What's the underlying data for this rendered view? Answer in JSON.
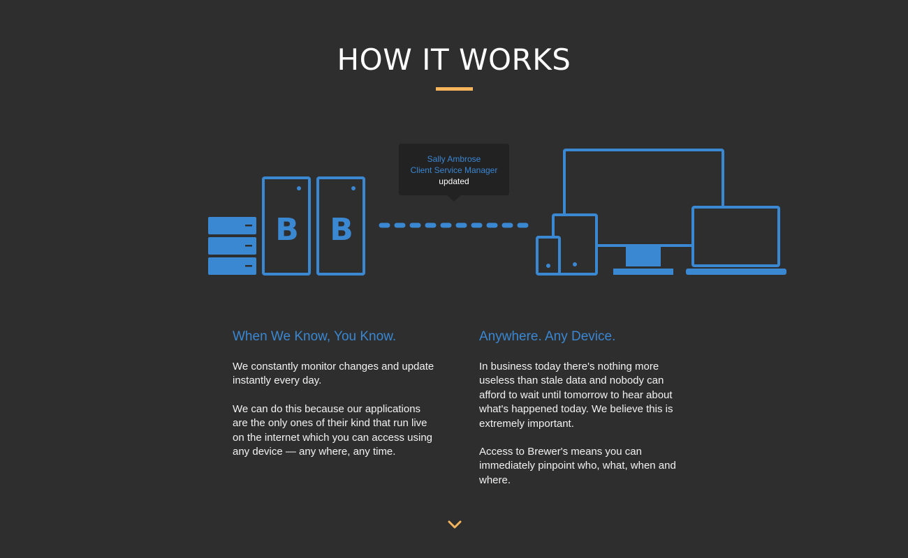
{
  "section": {
    "title": "HOW IT WORKS"
  },
  "illustration": {
    "server_logo_letter": "B",
    "tooltip": {
      "name": "Sally Ambrose",
      "role": "Client Service Manager",
      "status": "updated"
    }
  },
  "columns": [
    {
      "heading": "When We Know, You Know.",
      "paragraphs": [
        "We constantly monitor changes and update instantly every day.",
        "We can do this because our applications are the only ones of their kind that run live on the internet which you can access using any device — any where, any time."
      ]
    },
    {
      "heading": "Anywhere. Any Device.",
      "paragraphs": [
        "In business today there's nothing more useless than stale data and nobody can afford to wait until tomorrow to hear about what's happened today. We believe this is extremely important.",
        "Access to Brewer's means you can immediately pinpoint who, what, when and where."
      ]
    }
  ],
  "colors": {
    "background": "#2e2e2f",
    "accent_blue": "#3a87d2",
    "accent_orange": "#f5b55c",
    "text": "#f2f2f2"
  },
  "icons": {
    "scroll": "chevron-down-icon"
  }
}
